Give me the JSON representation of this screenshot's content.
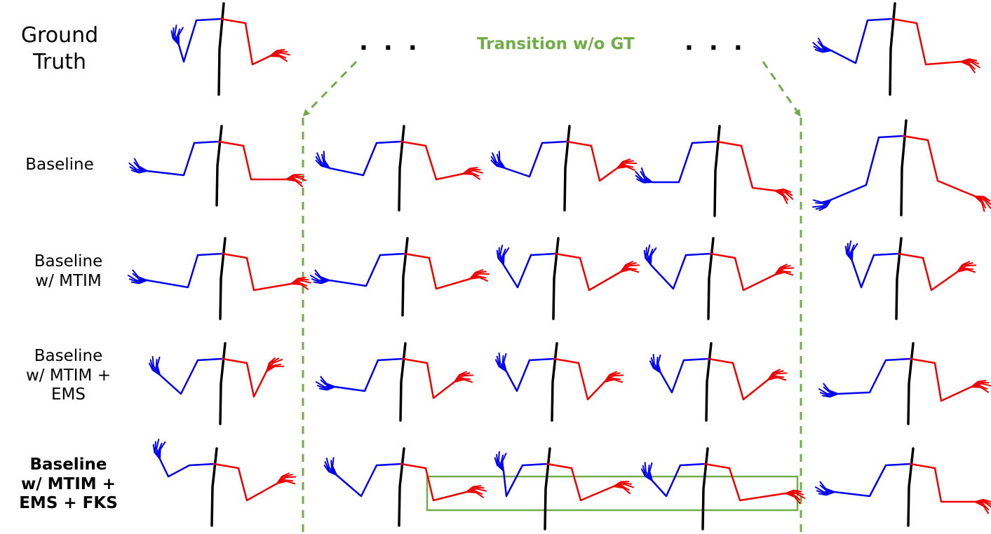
{
  "labels": {
    "ground_truth": [
      "Ground",
      "Truth"
    ],
    "rows": [
      [
        "Baseline"
      ],
      [
        "Baseline",
        "w/ MTIM"
      ],
      [
        "Baseline",
        "w/ MTIM +",
        "EMS"
      ],
      [
        "Baseline",
        "w/ MTIM +",
        "EMS + FKS"
      ]
    ],
    "transition": "Transition w/o GT",
    "ellipsis": "..."
  },
  "colors": {
    "left_arm": "#0000ee",
    "right_arm": "#ee0000",
    "spine": "#000000",
    "accent": "#70ad47"
  }
}
